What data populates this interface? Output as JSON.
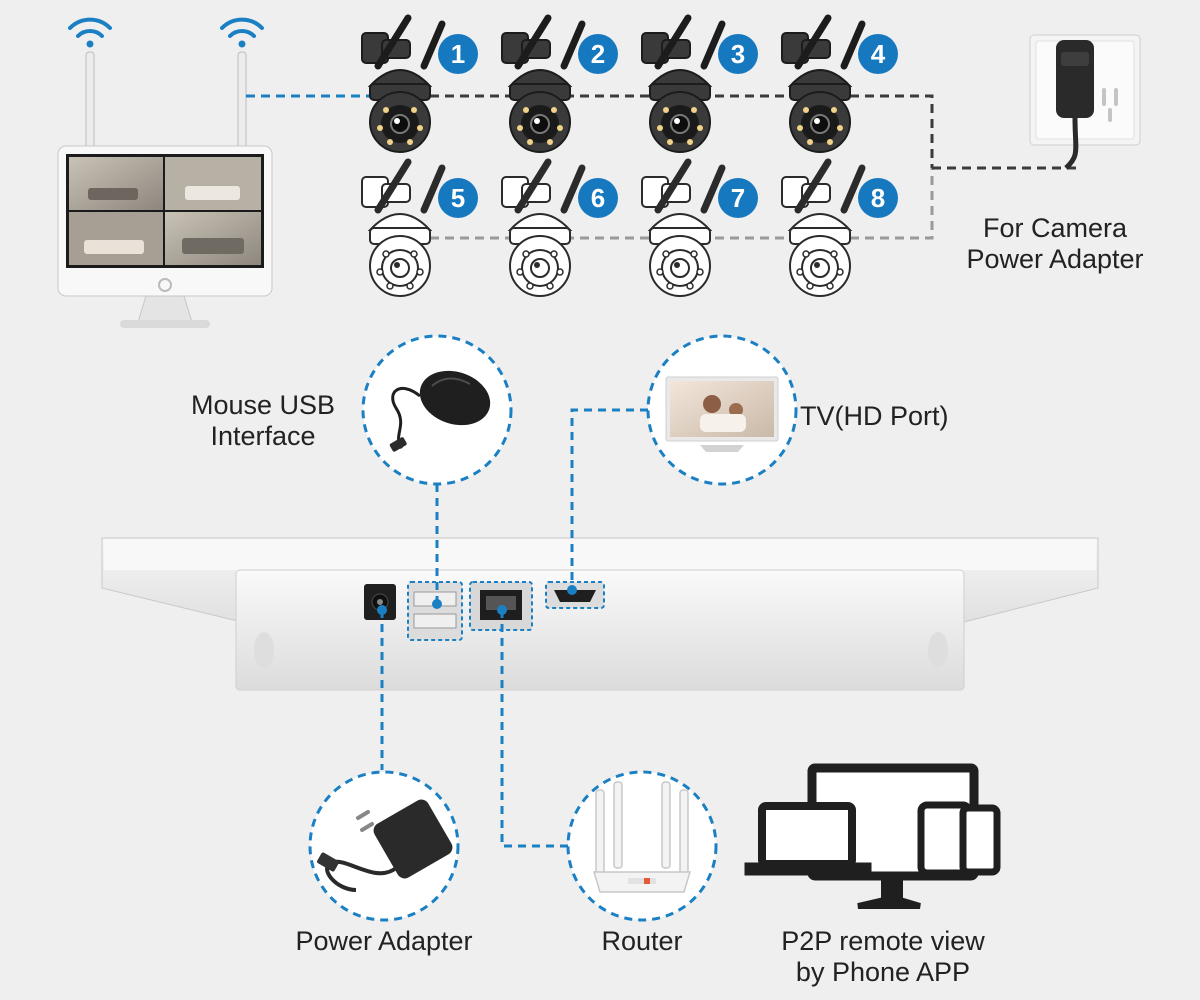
{
  "labels": {
    "camera_power": [
      "For Camera",
      "Power Adapter"
    ],
    "mouse": [
      "Mouse USB",
      "Interface"
    ],
    "tv": "TV(HD Port)",
    "power_adapter": "Power Adapter",
    "router": "Router",
    "p2p": [
      "P2P remote view",
      "by Phone APP"
    ]
  },
  "cameras": [
    {
      "number": "1",
      "style": "dark"
    },
    {
      "number": "2",
      "style": "dark"
    },
    {
      "number": "3",
      "style": "dark"
    },
    {
      "number": "4",
      "style": "dark"
    },
    {
      "number": "5",
      "style": "outline"
    },
    {
      "number": "6",
      "style": "outline"
    },
    {
      "number": "7",
      "style": "outline"
    },
    {
      "number": "8",
      "style": "outline"
    }
  ],
  "colors": {
    "accent_blue": "#1a80c3",
    "badge_blue": "#1678bf",
    "camera_dark": "#3a3a3a",
    "background": "#efefef"
  },
  "icons": [
    "wifi-icon",
    "nvr-monitor",
    "camera",
    "wall-outlet",
    "mouse",
    "tv",
    "power-adapter",
    "router",
    "devices"
  ]
}
